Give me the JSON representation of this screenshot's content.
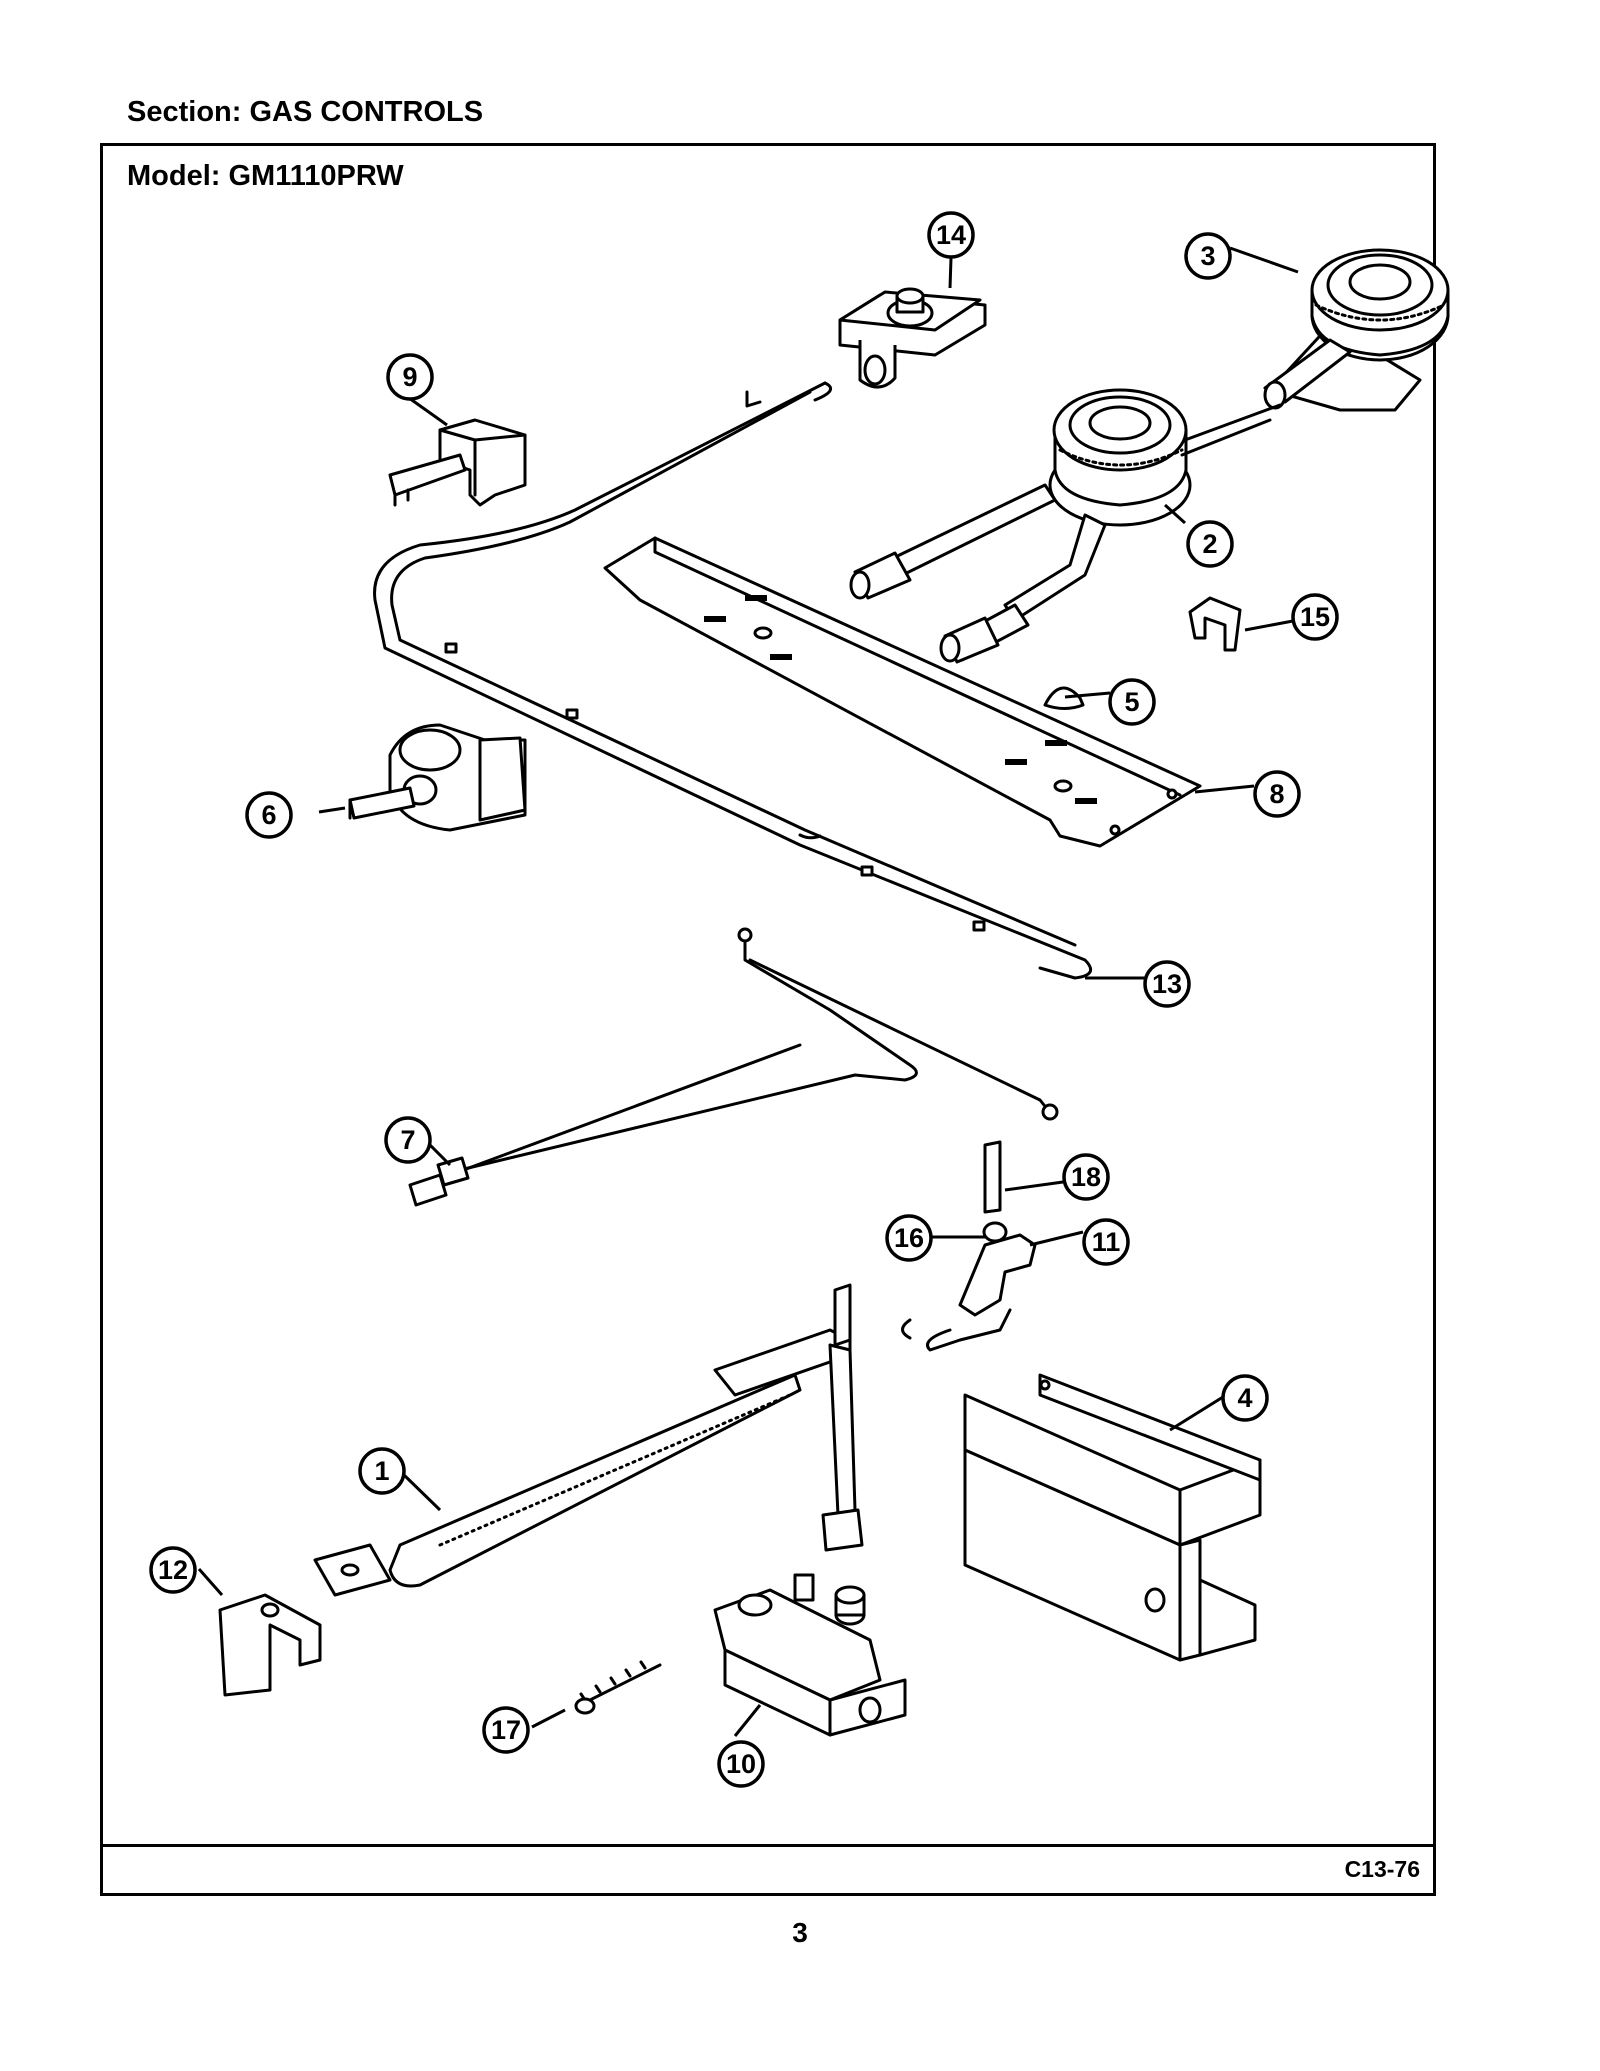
{
  "header": {
    "section": "Section:  GAS CONTROLS",
    "model": "Model:  GM1110PRW"
  },
  "footer": {
    "figure_code": "C13-76",
    "page_number": "3"
  },
  "callouts": [
    "1",
    "2",
    "3",
    "4",
    "5",
    "6",
    "7",
    "8",
    "9",
    "10",
    "11",
    "12",
    "13",
    "14",
    "15",
    "16",
    "17",
    "18"
  ]
}
